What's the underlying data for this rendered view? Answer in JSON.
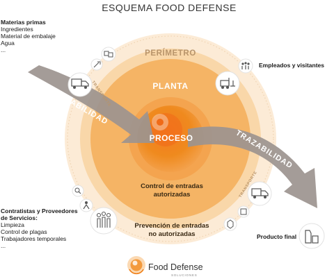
{
  "title": "ESQUEMA FOOD DEFENSE",
  "diagram": {
    "perimetro": "PERÍMETRO",
    "planta": "PLANTA",
    "proceso": "PROCESO",
    "control_line1": "Control de entradas",
    "control_line2": "autorizadas",
    "prevencion_line1": "Prevención de entradas",
    "prevencion_line2": "no autorizadas",
    "trazabilidad_left": "TRAZABILIDAD",
    "trazabilidad_right": "TRAZABILIDAD",
    "transporte_top": "TRANSPORTE",
    "transporte_bottom": "TRANSPORTE"
  },
  "inputs": {
    "materias": {
      "heading": "Materias primas",
      "items": [
        "Ingredientes",
        "Material de embalaje",
        "Agua",
        "..."
      ]
    },
    "contratistas": {
      "heading_line1": "Contratistas y Proveedores",
      "heading_line2": "de Servicios:",
      "items": [
        "Limpieza",
        "Control de plagas",
        "Trabajadores temporales",
        "..."
      ]
    },
    "empleados": "Empleados y visitantes",
    "producto_final": "Producto final"
  },
  "logo": {
    "name": "Food Defense",
    "sub": "SOLUCIONES"
  },
  "colors": {
    "outer_ring": "#fbe7cf",
    "perimeter": "#f7cf9c",
    "plant": "#f3a94f",
    "process": "#ef8a1e",
    "process_core": "#f06a17",
    "arrow": "#9c948f",
    "icon_stroke": "#555555"
  }
}
